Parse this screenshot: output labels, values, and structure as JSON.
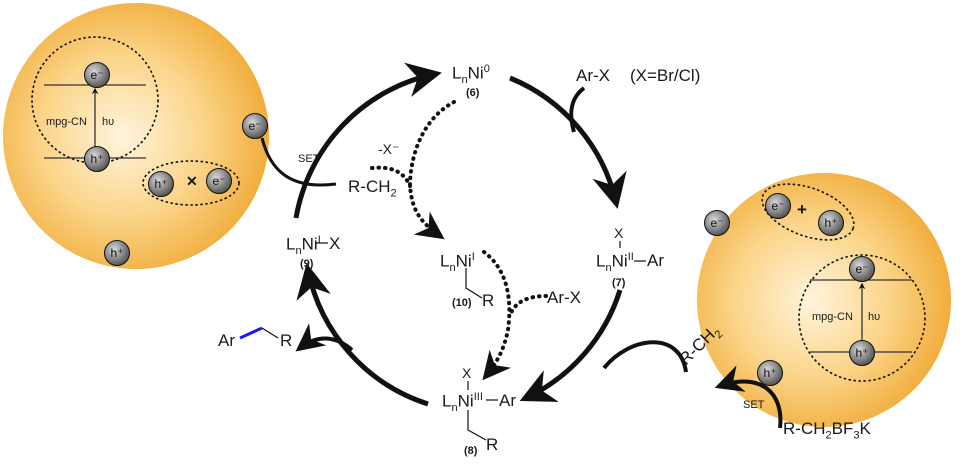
{
  "diagram": {
    "title": "Dual Ni/photoredox catalytic cycle with mpg-CN",
    "colors": {
      "sphere": "#f5b94a",
      "sphere_light": "#fde7b8",
      "bond_highlight": "#1a1aff",
      "ink": "#111111"
    },
    "left_sphere": {
      "material_label": "mpg-CN",
      "light_label": "hυ",
      "cb_particle": "e⁻",
      "vb_particle": "h⁺",
      "pair_left": "h⁺",
      "pair_symbol": "✕",
      "pair_right": "e⁻",
      "free_hole": "h⁺",
      "edge_electron": "e⁻",
      "set_label": "SET"
    },
    "right_sphere": {
      "material_label": "mpg-CN",
      "light_label": "hυ",
      "cb_particle": "e⁻",
      "vb_particle": "h⁺",
      "pair_left": "e⁻",
      "pair_symbol": "+",
      "pair_right": "h⁺",
      "free_electron": "e⁻",
      "edge_hole": "h⁺",
      "set_label": "SET"
    },
    "species": {
      "ni0": {
        "prefix": "L",
        "sub": "n",
        "core": "Ni",
        "sup": "0",
        "number": "(6)"
      },
      "ni2": {
        "top": "X",
        "prefix": "L",
        "sub": "n",
        "core": "Ni",
        "sup": "II",
        "ligand": "Ar",
        "number": "(7)"
      },
      "ni3": {
        "top": "X",
        "prefix": "L",
        "sub": "n",
        "core": "Ni",
        "sup": "III",
        "ligand": "Ar",
        "bottom": "R",
        "number": "(8)"
      },
      "ni1x": {
        "prefix": "L",
        "sub": "n",
        "core": "Ni",
        "sup": "I",
        "ligand": "X",
        "number": "(9)"
      },
      "ni1r": {
        "prefix": "L",
        "sub": "n",
        "core": "Ni",
        "sup": "I",
        "bottom": "R",
        "number": "(10)"
      }
    },
    "reagents": {
      "arx_top": "Ar-X",
      "arx_note": "(X=Br/Cl)",
      "halide_loss": "-X⁻",
      "radical": "R-CH",
      "radical_sub": "2",
      "arx_inner": "Ar-X",
      "borate": "R-CH",
      "borate_sub1": "2",
      "borate_mid": "BF",
      "borate_sub2": "3",
      "borate_end": "K",
      "product_left": "Ar",
      "product_right": "R"
    }
  }
}
